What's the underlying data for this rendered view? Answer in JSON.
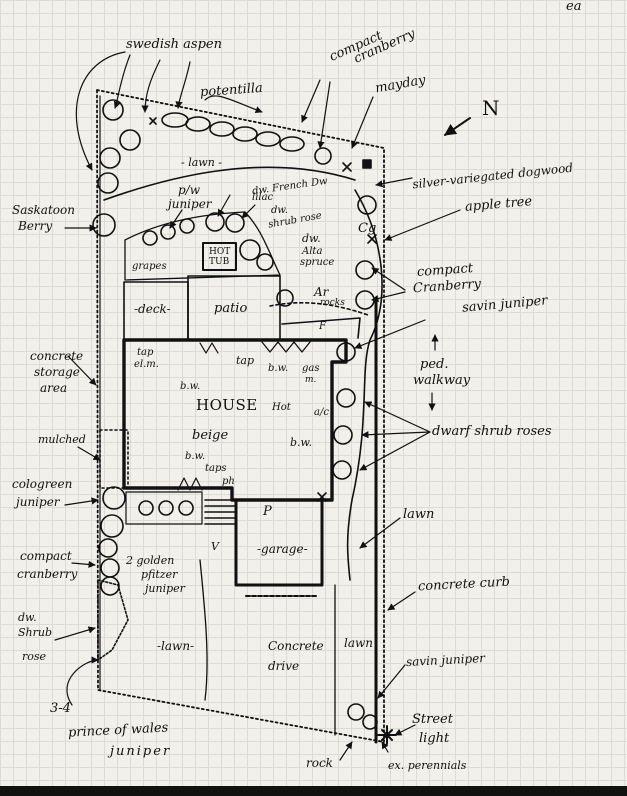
{
  "labels": {
    "top_right_fragment": "ea",
    "swedish_aspen": "swedish aspen",
    "potentilla": "potentilla",
    "compact_cranberry_top_1": "compact",
    "compact_cranberry_top_2": "cranberry",
    "mayday": "mayday",
    "north": "N",
    "lawn_top": "- lawn -",
    "silver_dogwood": "silver-variegated dogwood",
    "pw_juniper_1": "p/w",
    "pw_juniper_2": "juniper",
    "dw_french_lilac_1": "dw. French Dw",
    "dw_french_lilac_2": "lilac",
    "dw_shrub_rose_top_1": "dw.",
    "dw_shrub_rose_top_2": "shrub rose",
    "saskatoon_1": "Saskatoon",
    "saskatoon_2": "Berry",
    "apple_tree": "apple tree",
    "cg": "Cg",
    "grapes": "grapes",
    "hot_tub_1": "HOT",
    "hot_tub_2": "TUB",
    "dw_alta_spruce_1": "dw.",
    "dw_alta_spruce_2": "Alta",
    "dw_alta_spruce_3": "spruce",
    "compact_cranberry_right_1": "compact",
    "compact_cranberry_right_2": "Cranberry",
    "deck": "-deck-",
    "patio": "patio",
    "ar": "Ar",
    "rocks": "rocks",
    "savin_juniper_top": "savin juniper",
    "f_mark": "F",
    "concrete_storage_1": "concrete",
    "concrete_storage_2": "storage",
    "concrete_storage_3": "area",
    "tap_elim_1": "tap",
    "tap_elim_2": "el.m.",
    "tap_2": "tap",
    "bw_1": "b.w.",
    "gas_1": "gas",
    "gas_2": "m.",
    "ped_walkway_1": "ped.",
    "ped_walkway_2": "walkway",
    "house": "HOUSE",
    "beige": "beige",
    "hot_2": "Hot",
    "ac": "a/c",
    "bw_2": "b.w.",
    "dwarf_shrub_roses": "dwarf shrub roses",
    "mulched": "mulched",
    "bw_3": "b.w.",
    "taps": "taps",
    "ph": "ph",
    "cologreen_1": "cologreen",
    "cologreen_2": "juniper",
    "p_mark": "P",
    "lawn_right": "lawn",
    "v_mark": "V",
    "garage": "-garage-",
    "compact_cranberry_left_1": "compact",
    "compact_cranberry_left_2": "cranberry",
    "golden_pfitzer_1": "2 golden",
    "golden_pfitzer_2": "pfitzer",
    "golden_pfitzer_3": "juniper",
    "concrete_curb": "concrete curb",
    "dw_shrub_rose_left_1": "dw.",
    "dw_shrub_rose_left_2": "Shrub",
    "dw_shrub_rose_left_3": "rose",
    "lawn_bottom": "-lawn-",
    "concrete_drive_1": "Concrete",
    "concrete_drive_2": "drive",
    "lawn_drive": "lawn",
    "savin_juniper_bottom": "savin juniper",
    "prince_wales_1": "3-4",
    "prince_wales_2": "prince of wales",
    "prince_wales_3": "juniper",
    "street_light_1": "Street",
    "street_light_2": "light",
    "rock": "rock",
    "ex_perennials": "ex. perennials"
  }
}
